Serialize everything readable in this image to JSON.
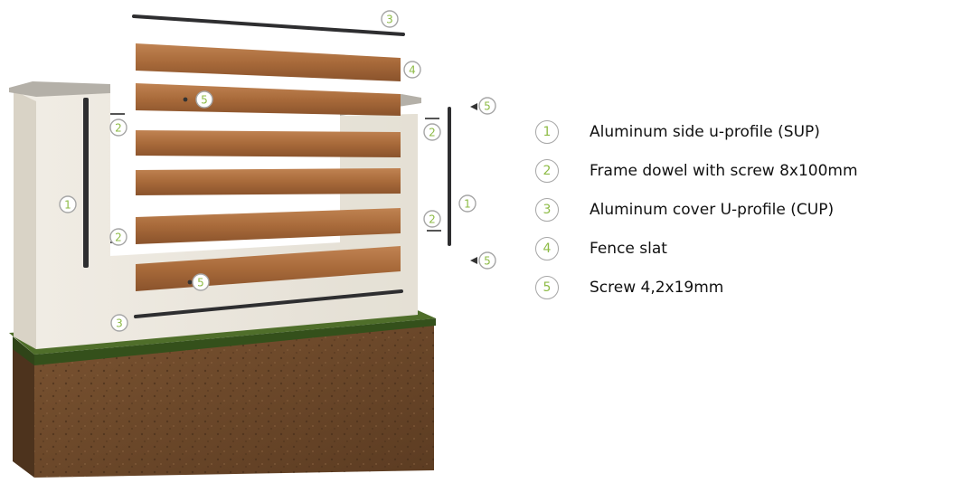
{
  "colors": {
    "badge_ring": "#a6a6a6",
    "badge_number": "#8dbb45",
    "wood": "#a86a3a",
    "wall": "#ece8df",
    "soil": "#6e4a2b",
    "grass": "#3f5a22",
    "profile": "#2e2e30"
  },
  "legend": [
    {
      "num": "1",
      "label": "Aluminum side u-profile (SUP)"
    },
    {
      "num": "2",
      "label": "Frame dowel with screw 8x100mm"
    },
    {
      "num": "3",
      "label": "Aluminum cover U-profile (CUP)"
    },
    {
      "num": "4",
      "label": "Fence slat"
    },
    {
      "num": "5",
      "label": "Screw 4,2x19mm"
    }
  ],
  "callouts": {
    "top_cover_profile": "3",
    "top_slat": "4",
    "slat_screw_top": "5",
    "dowel_left_upper": "2",
    "side_profile_left": "1",
    "dowel_left_lower": "2",
    "bottom_cover_profile": "3",
    "slat_screw_bottom": "5",
    "dowel_right_upper": "2",
    "side_profile_right": "1",
    "dowel_right_lower": "2",
    "screw_right_upper": "5",
    "screw_right_lower": "5"
  }
}
